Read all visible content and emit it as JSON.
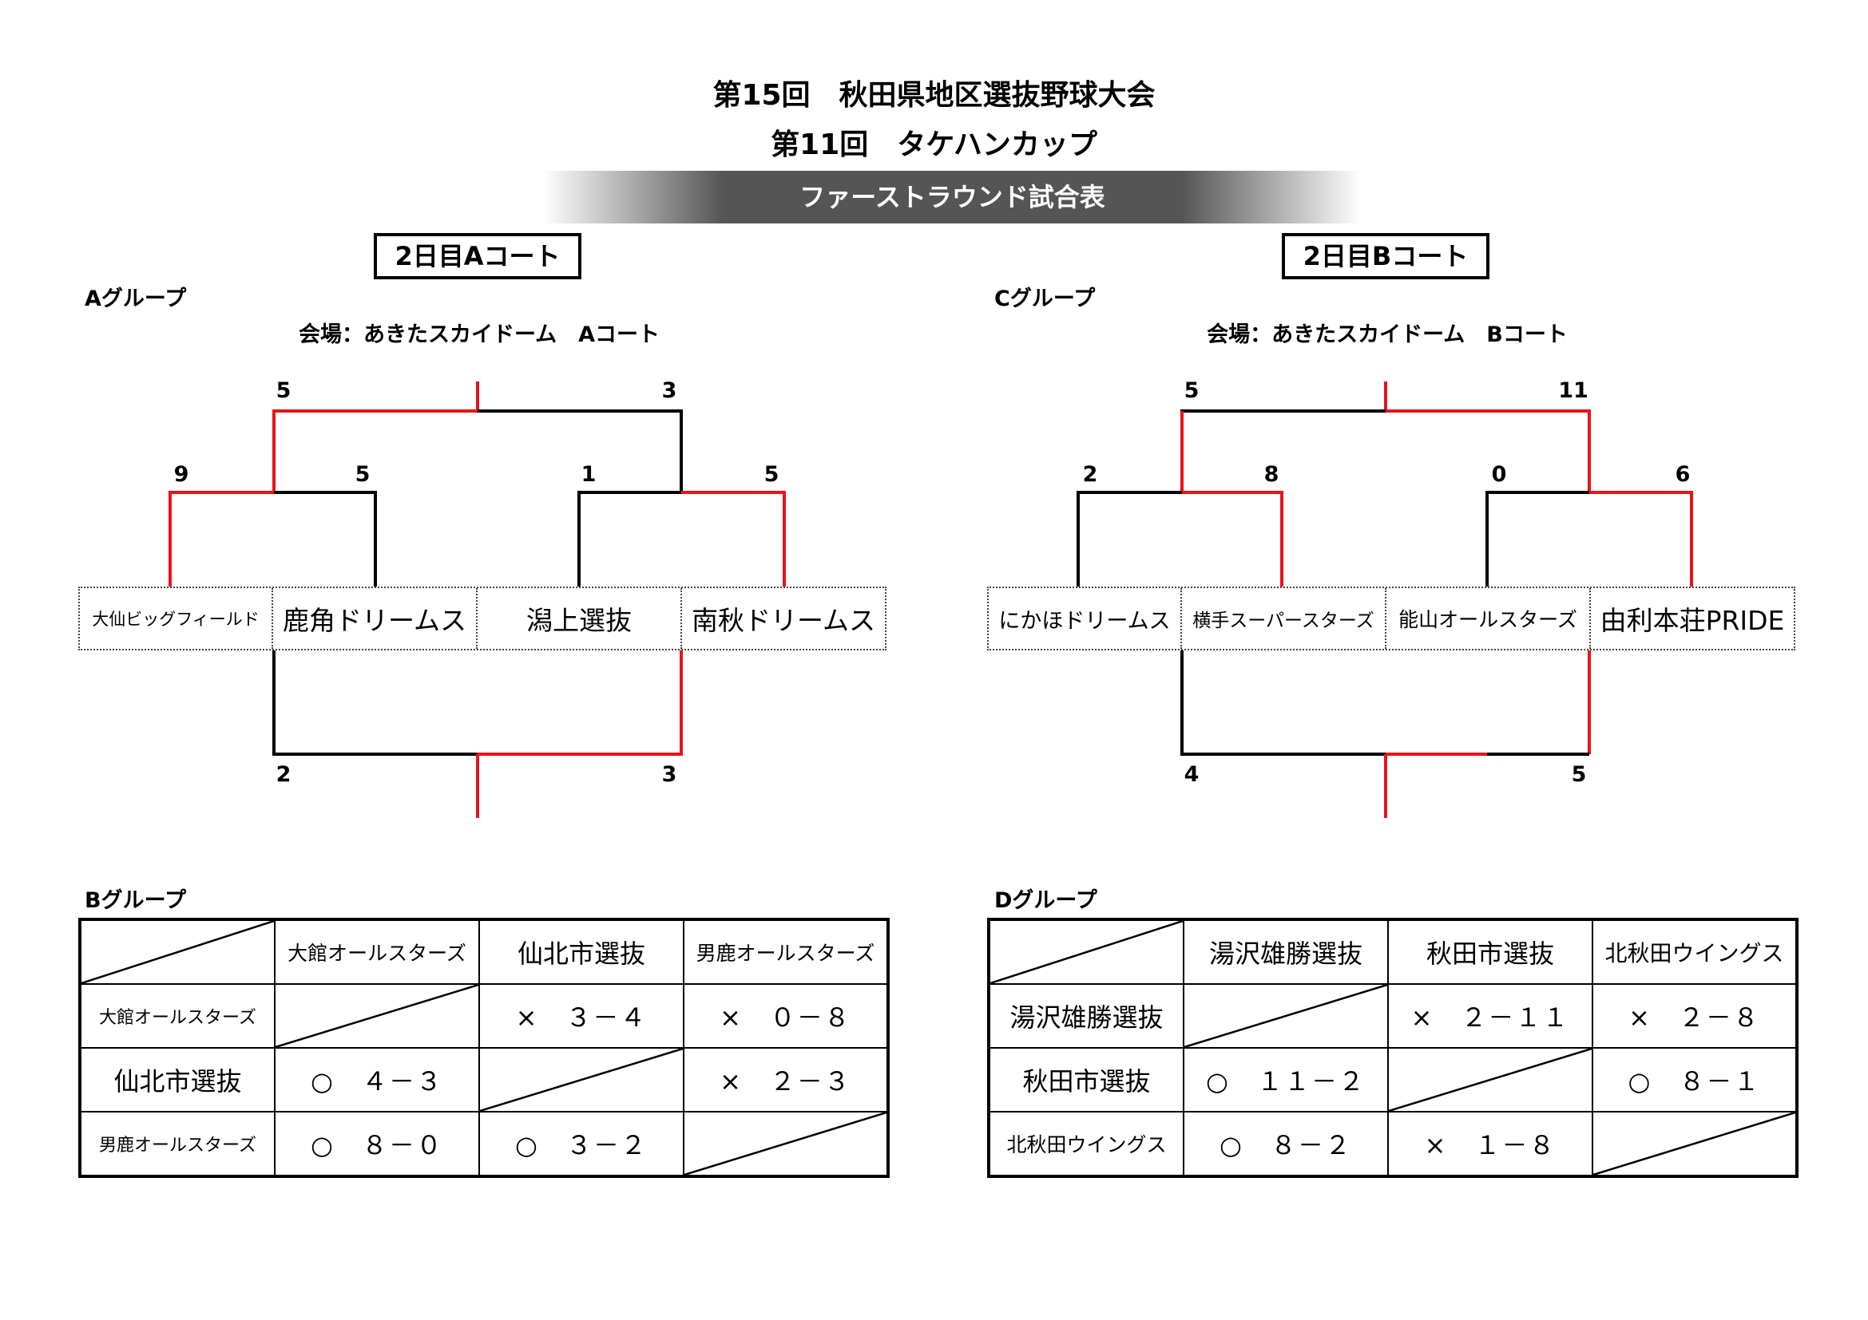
{
  "header": {
    "title1": "第15回　秋田県地区選抜野球大会",
    "title2": "第11回　タケハンカップ",
    "banner": "ファーストラウンド試合表"
  },
  "left": {
    "court": "2日目Aコート",
    "group_top": "Aグループ",
    "venue": "会場：あきたスカイドーム　Aコート",
    "teams": [
      "大仙ビッグフィールド",
      "鹿角ドリームス",
      "潟上選抜",
      "南秋ドリームス"
    ],
    "top_scores": {
      "final_left": "5",
      "final_right": "3",
      "s1_left": "9",
      "s1_right": "5",
      "s2_left": "1",
      "s2_right": "5"
    },
    "bottom_scores": {
      "left": "2",
      "right": "3"
    },
    "group_bottom": "Bグループ",
    "table": {
      "headers": [
        "大館オールスターズ",
        "仙北市選抜",
        "男鹿オールスターズ"
      ],
      "rows": [
        {
          "name": "大館オールスターズ",
          "cells": [
            "",
            "×　３－４",
            "×　０－８"
          ]
        },
        {
          "name": "仙北市選抜",
          "cells": [
            "○　４－３",
            "",
            "×　２－３"
          ]
        },
        {
          "name": "男鹿オールスターズ",
          "cells": [
            "○　８－０",
            "○　３－２",
            ""
          ]
        }
      ]
    }
  },
  "right": {
    "court": "2日目Bコート",
    "group_top": "Cグループ",
    "venue": "会場：あきたスカイドーム　Bコート",
    "teams": [
      "にかほドリームス",
      "横手スーパースターズ",
      "能山オールスターズ",
      "由利本荘PRIDE"
    ],
    "top_scores": {
      "final_left": "5",
      "final_right": "11",
      "s1_left": "2",
      "s1_right": "8",
      "s2_left": "0",
      "s2_right": "6"
    },
    "bottom_scores": {
      "left": "4",
      "right": "5"
    },
    "group_bottom": "Dグループ",
    "table": {
      "headers": [
        "湯沢雄勝選抜",
        "秋田市選抜",
        "北秋田ウイングス"
      ],
      "rows": [
        {
          "name": "湯沢雄勝選抜",
          "cells": [
            "",
            "×　２－１１",
            "×　２－８"
          ]
        },
        {
          "name": "秋田市選抜",
          "cells": [
            "○　１１－２",
            "",
            "○　８－１"
          ]
        },
        {
          "name": "北秋田ウイングス",
          "cells": [
            "○　８－２",
            "×　１－８",
            ""
          ]
        }
      ]
    }
  },
  "colors": {
    "winner_line": "#e8131a",
    "loser_line": "#000000",
    "banner_bg": "#555555"
  }
}
